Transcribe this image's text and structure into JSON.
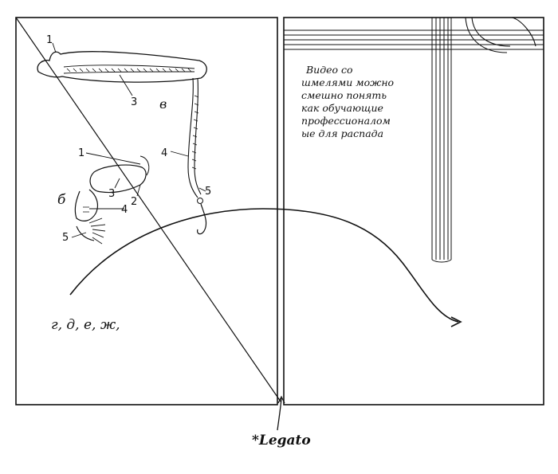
{
  "panel_left": {
    "letters": {
      "b": "б",
      "v": "в"
    },
    "callouts": [
      "1",
      "3",
      "4",
      "5",
      "1",
      "3",
      "2",
      "4",
      "5"
    ],
    "sequence_text": "г, д, е, ж,"
  },
  "panel_right": {
    "note_lines": [
      "Видео со",
      "шмелями можно",
      "смешно понять",
      "как обучающие",
      "профессионалом",
      "ые для распада"
    ]
  },
  "footer": {
    "tempo_marking": "*Legato"
  }
}
